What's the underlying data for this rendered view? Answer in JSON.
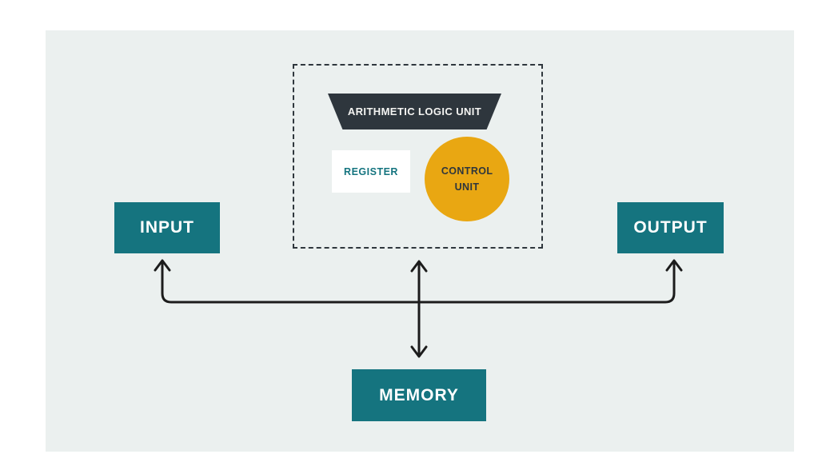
{
  "diagram": {
    "cpu_unit": {
      "alu_label": "ARITHMETIC LOGIC UNIT",
      "register_label": "REGISTER",
      "control_unit_label": "CONTROL UNIT"
    },
    "nodes": {
      "input_label": "INPUT",
      "output_label": "OUTPUT",
      "memory_label": "MEMORY"
    },
    "colors": {
      "teal": "#15747F",
      "amber": "#E9A712",
      "dark_slate": "#2E363D",
      "canvas_bg": "#EBF0EF",
      "connector_line": "#1C1C1C"
    }
  }
}
